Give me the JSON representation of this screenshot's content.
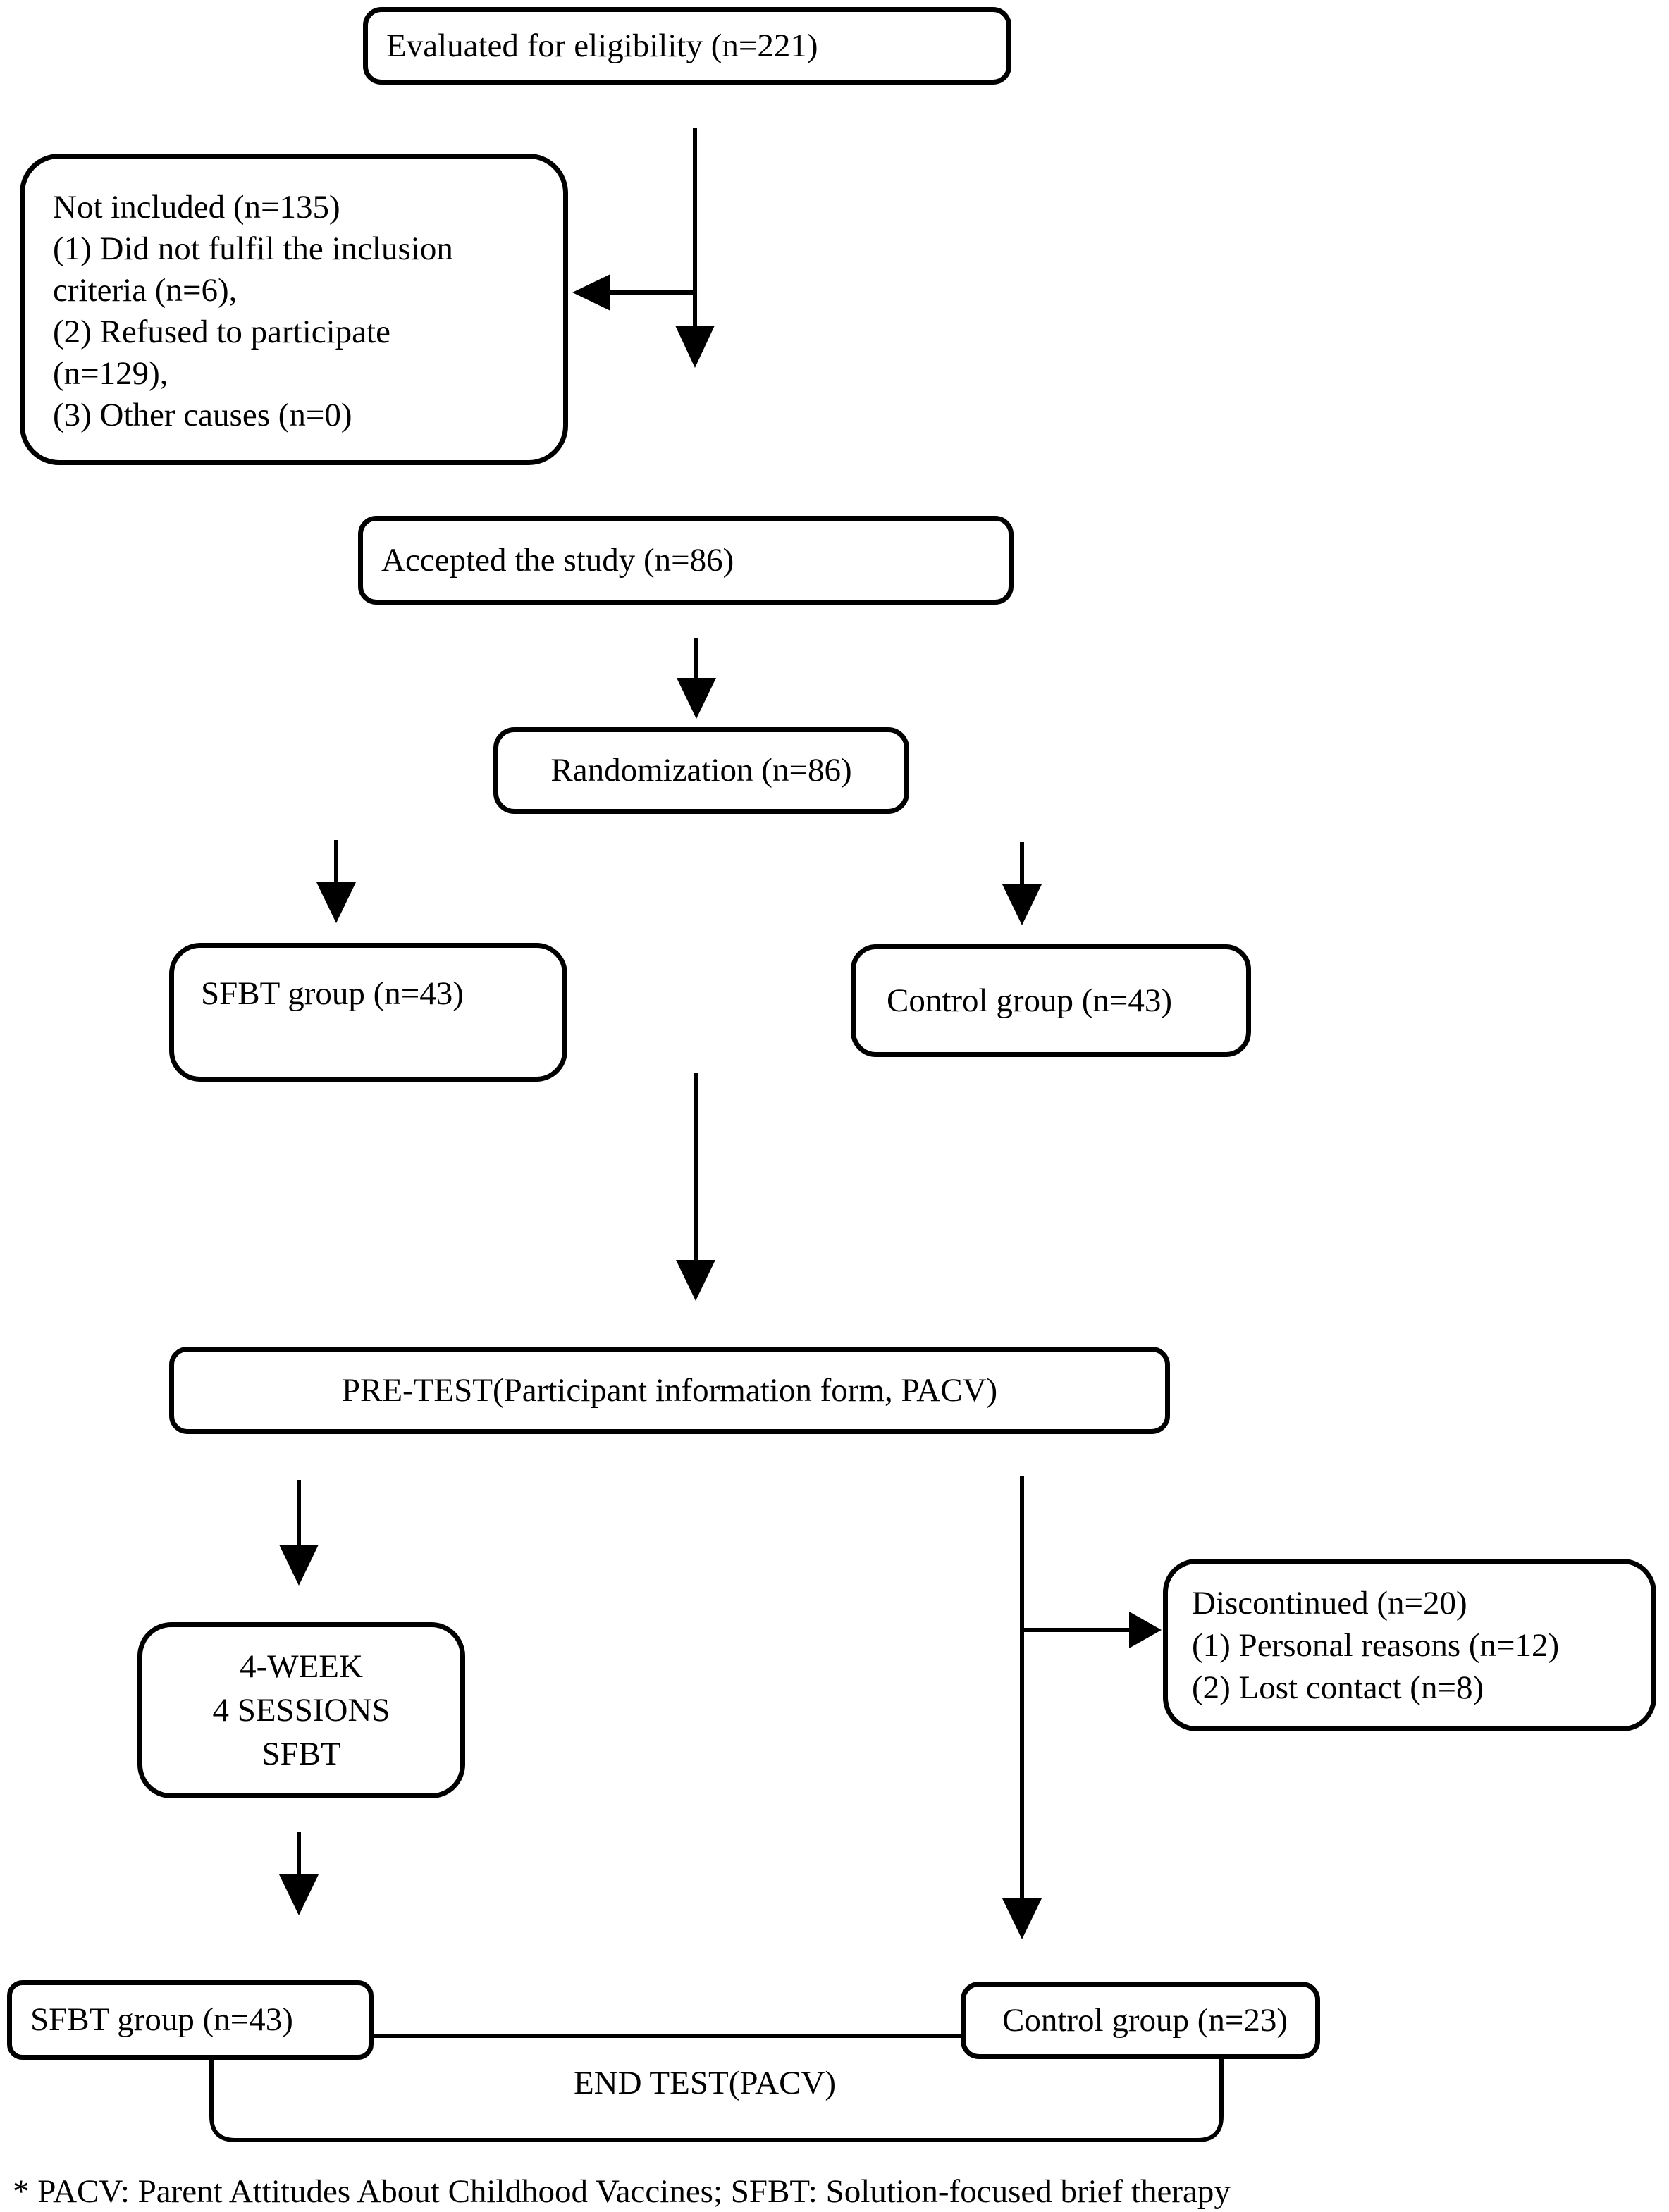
{
  "diagram": {
    "boxes": {
      "evaluated": {
        "label": "Evaluated for eligibility (n=221)"
      },
      "not_included": {
        "lines": [
          "Not included (n=135)",
          "(1) Did not fulfil the inclusion",
          "criteria (n=6),",
          "(2) Refused to participate",
          "(n=129),",
          "(3) Other causes (n=0)"
        ]
      },
      "accepted": {
        "label": "Accepted the study (n=86)"
      },
      "randomization": {
        "label": "Randomization (n=86)"
      },
      "sfbt_group_top": {
        "label": "SFBT group (n=43)"
      },
      "control_group_top": {
        "label": "Control group (n=43)"
      },
      "pretest": {
        "label": "PRE-TEST(Participant information form, PACV)"
      },
      "four_week": {
        "lines": [
          "4-WEEK",
          "4 SESSIONS",
          "SFBT"
        ]
      },
      "discontinued": {
        "lines": [
          "Discontinued (n=20)",
          "(1) Personal reasons (n=12)",
          "(2) Lost contact (n=8)"
        ]
      },
      "sfbt_group_bottom": {
        "label": "SFBT group (n=43)"
      },
      "control_group_bottom": {
        "label": "Control group (n=23)"
      }
    },
    "labels": {
      "end_test": "END TEST(PACV)",
      "footnote": "* PACV: Parent Attitudes About Childhood Vaccines; SFBT: Solution-focused brief therapy"
    },
    "colors": {
      "stroke": "#000000",
      "background": "#ffffff"
    }
  }
}
